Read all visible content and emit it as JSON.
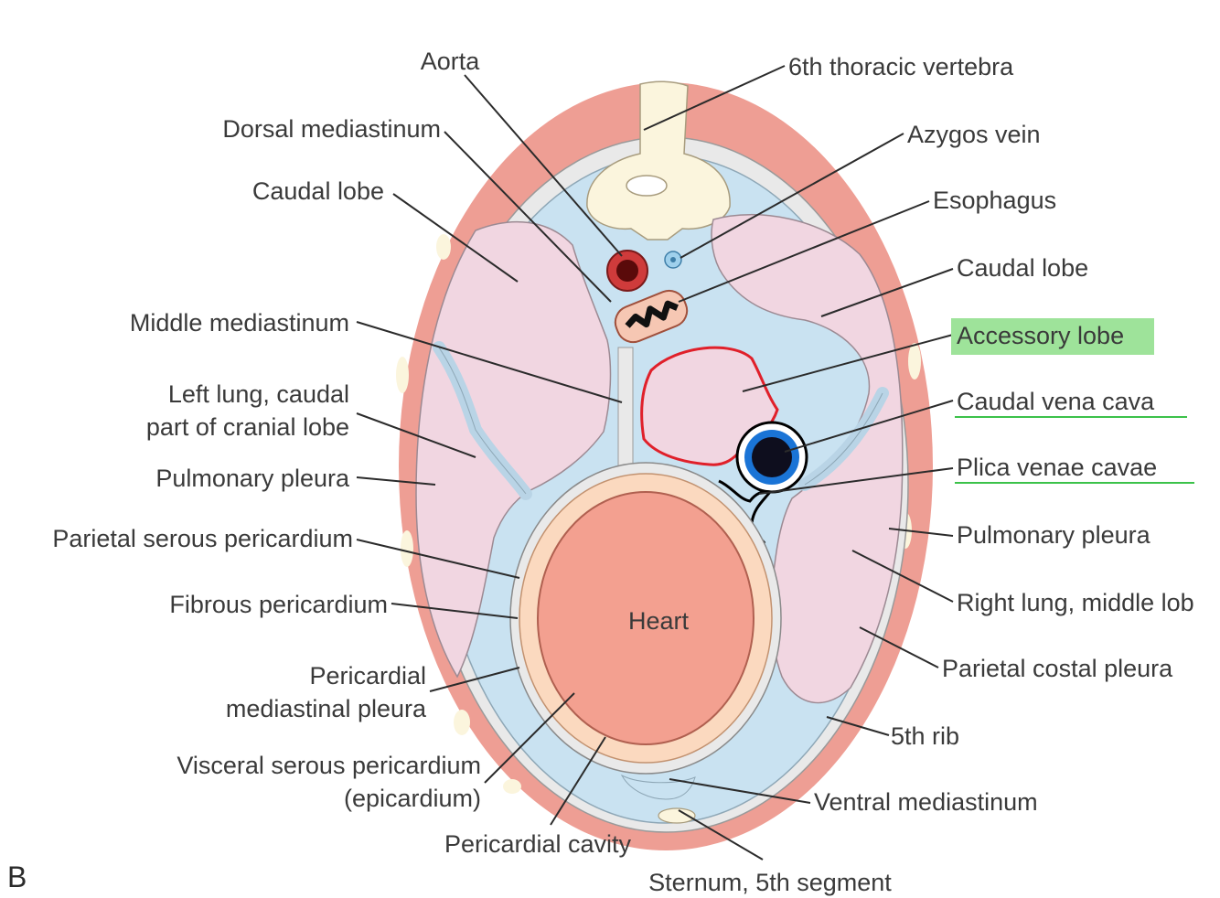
{
  "panel_letter": "B",
  "colors": {
    "body_wall": "#ee9e94",
    "lung": "#f1d6e1",
    "pleura": "#c9e2f1",
    "heart": "#f3a090",
    "pericardium": "#fbd9bf",
    "bone": "#fbf5dd",
    "highlight": "#9ee39a",
    "annotation_red": "#e0202a",
    "annotation_black": "#000000",
    "annotation_blue": "#1a74d6",
    "underline_green": "#3cc24a"
  },
  "labels": {
    "aorta": "Aorta",
    "thoracic_vertebra": "6th thoracic vertebra",
    "dorsal_mediastinum": "Dorsal mediastinum",
    "azygos_vein": "Azygos vein",
    "caudal_lobe_left": "Caudal lobe",
    "esophagus": "Esophagus",
    "caudal_lobe_right": "Caudal lobe",
    "middle_mediastinum": "Middle mediastinum",
    "accessory_lobe": "Accessory lobe",
    "left_lung_line1": "Left lung, caudal",
    "left_lung_line2": "part of cranial lobe",
    "caudal_vena_cava": "Caudal vena cava",
    "pulmonary_pleura_left": "Pulmonary pleura",
    "plica_venae_cavae": "Plica venae cavae",
    "parietal_serous_pericardium": "Parietal serous pericardium",
    "pulmonary_pleura_right": "Pulmonary pleura",
    "fibrous_pericardium": "Fibrous pericardium",
    "right_lung_middle_lobe": "Right lung, middle lob",
    "heart": "Heart",
    "pericardial_mediastinal_pleura_line1": "Pericardial",
    "pericardial_mediastinal_pleura_line2": "mediastinal pleura",
    "parietal_costal_pleura": "Parietal costal pleura",
    "fifth_rib": "5th rib",
    "visceral_serous_pericardium_line1": "Visceral serous pericardium",
    "visceral_serous_pericardium_line2": "(epicardium)",
    "ventral_mediastinum": "Ventral mediastinum",
    "pericardial_cavity": "Pericardial cavity",
    "sternum": "Sternum, 5th segment"
  }
}
